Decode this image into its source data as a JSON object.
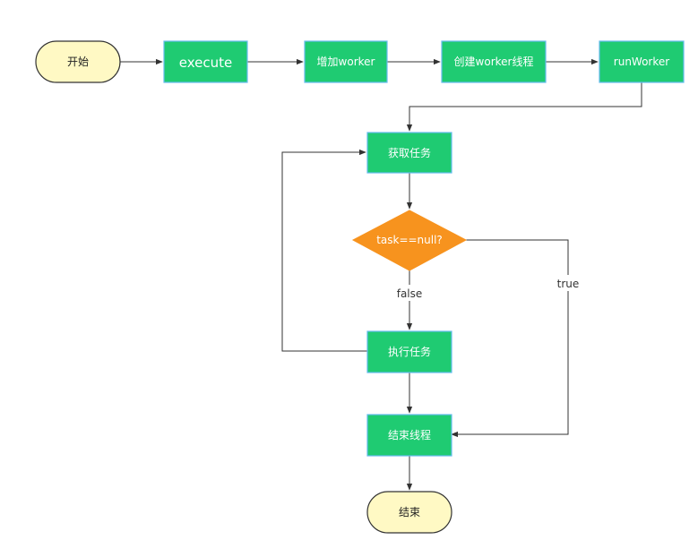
{
  "nodes": {
    "start": "开始",
    "execute": "execute",
    "add_worker": "增加worker",
    "create_thread": "创建worker线程",
    "run_worker": "runWorker",
    "get_task": "获取任务",
    "decision": "task==null?",
    "exec_task": "执行任务",
    "end_thread": "结束线程",
    "end": "结束"
  },
  "edges": {
    "false_label": "false",
    "true_label": "true"
  },
  "colors": {
    "process_fill": "#1fcb72",
    "process_stroke": "#66bbee",
    "terminal_fill": "#fff9c4",
    "terminal_stroke": "#333333",
    "decision_fill": "#f7931e",
    "line": "#333333"
  }
}
